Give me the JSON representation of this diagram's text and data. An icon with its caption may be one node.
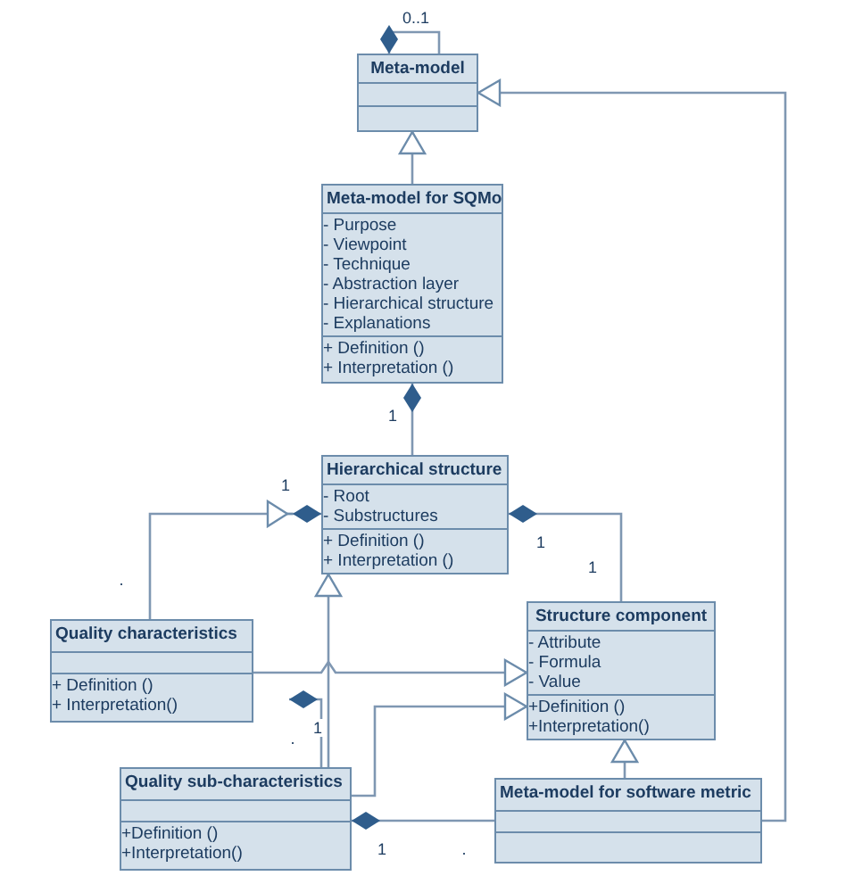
{
  "diagram": {
    "nodes": [
      {
        "text": [
          "Meta-model"
        ]
      },
      {
        "text": [
          "Meta-model for SQMo",
          "- Purpose",
          "- Viewpoint",
          "- Technique",
          "- Abstraction layer",
          "- Hierarchical structure",
          "- Explanations",
          "+ Definition ()",
          "+ Interpretation ()"
        ]
      },
      {
        "text": [
          "Hierarchical structure",
          "- Root",
          "- Substructures",
          "+ Definition ()",
          "+ Interpretation ()"
        ]
      },
      {
        "text": [
          "Quality characteristics",
          "+ Definition ()",
          "+ Interpretation()"
        ]
      },
      {
        "text": [
          "Structure component",
          "- Attribute",
          "- Formula",
          "- Value",
          "+Definition ()",
          "+Interpretation()"
        ]
      },
      {
        "text": [
          "Quality sub-characteristics",
          "+Definition ()",
          "+Interpretation()"
        ]
      },
      {
        "text": [
          "Meta-model for software metric"
        ]
      }
    ],
    "edges": [
      {
        "from": 0,
        "to": 0,
        "arrow": "other",
        "label": "0..1"
      },
      {
        "from": 1,
        "to": 0,
        "arrow": "to"
      },
      {
        "from": 2,
        "to": 1,
        "arrow": "other",
        "label": "1"
      },
      {
        "from": 3,
        "to": 2,
        "arrow": "other"
      },
      {
        "from": 5,
        "to": 2,
        "arrow": "to"
      },
      {
        "from": 5,
        "to": 3,
        "arrow": "other"
      },
      {
        "from": 3,
        "to": 4,
        "arrow": "to"
      },
      {
        "from": 5,
        "to": 4,
        "arrow": "to"
      },
      {
        "from": 4,
        "to": 2,
        "arrow": "other"
      },
      {
        "from": 6,
        "to": 4,
        "arrow": "to"
      },
      {
        "from": 6,
        "to": 5,
        "arrow": "other"
      },
      {
        "from": 6,
        "to": 0,
        "arrow": "to"
      }
    ],
    "labels": [
      "1",
      "1",
      "1",
      ".",
      "1",
      ".",
      "1",
      "."
    ]
  }
}
